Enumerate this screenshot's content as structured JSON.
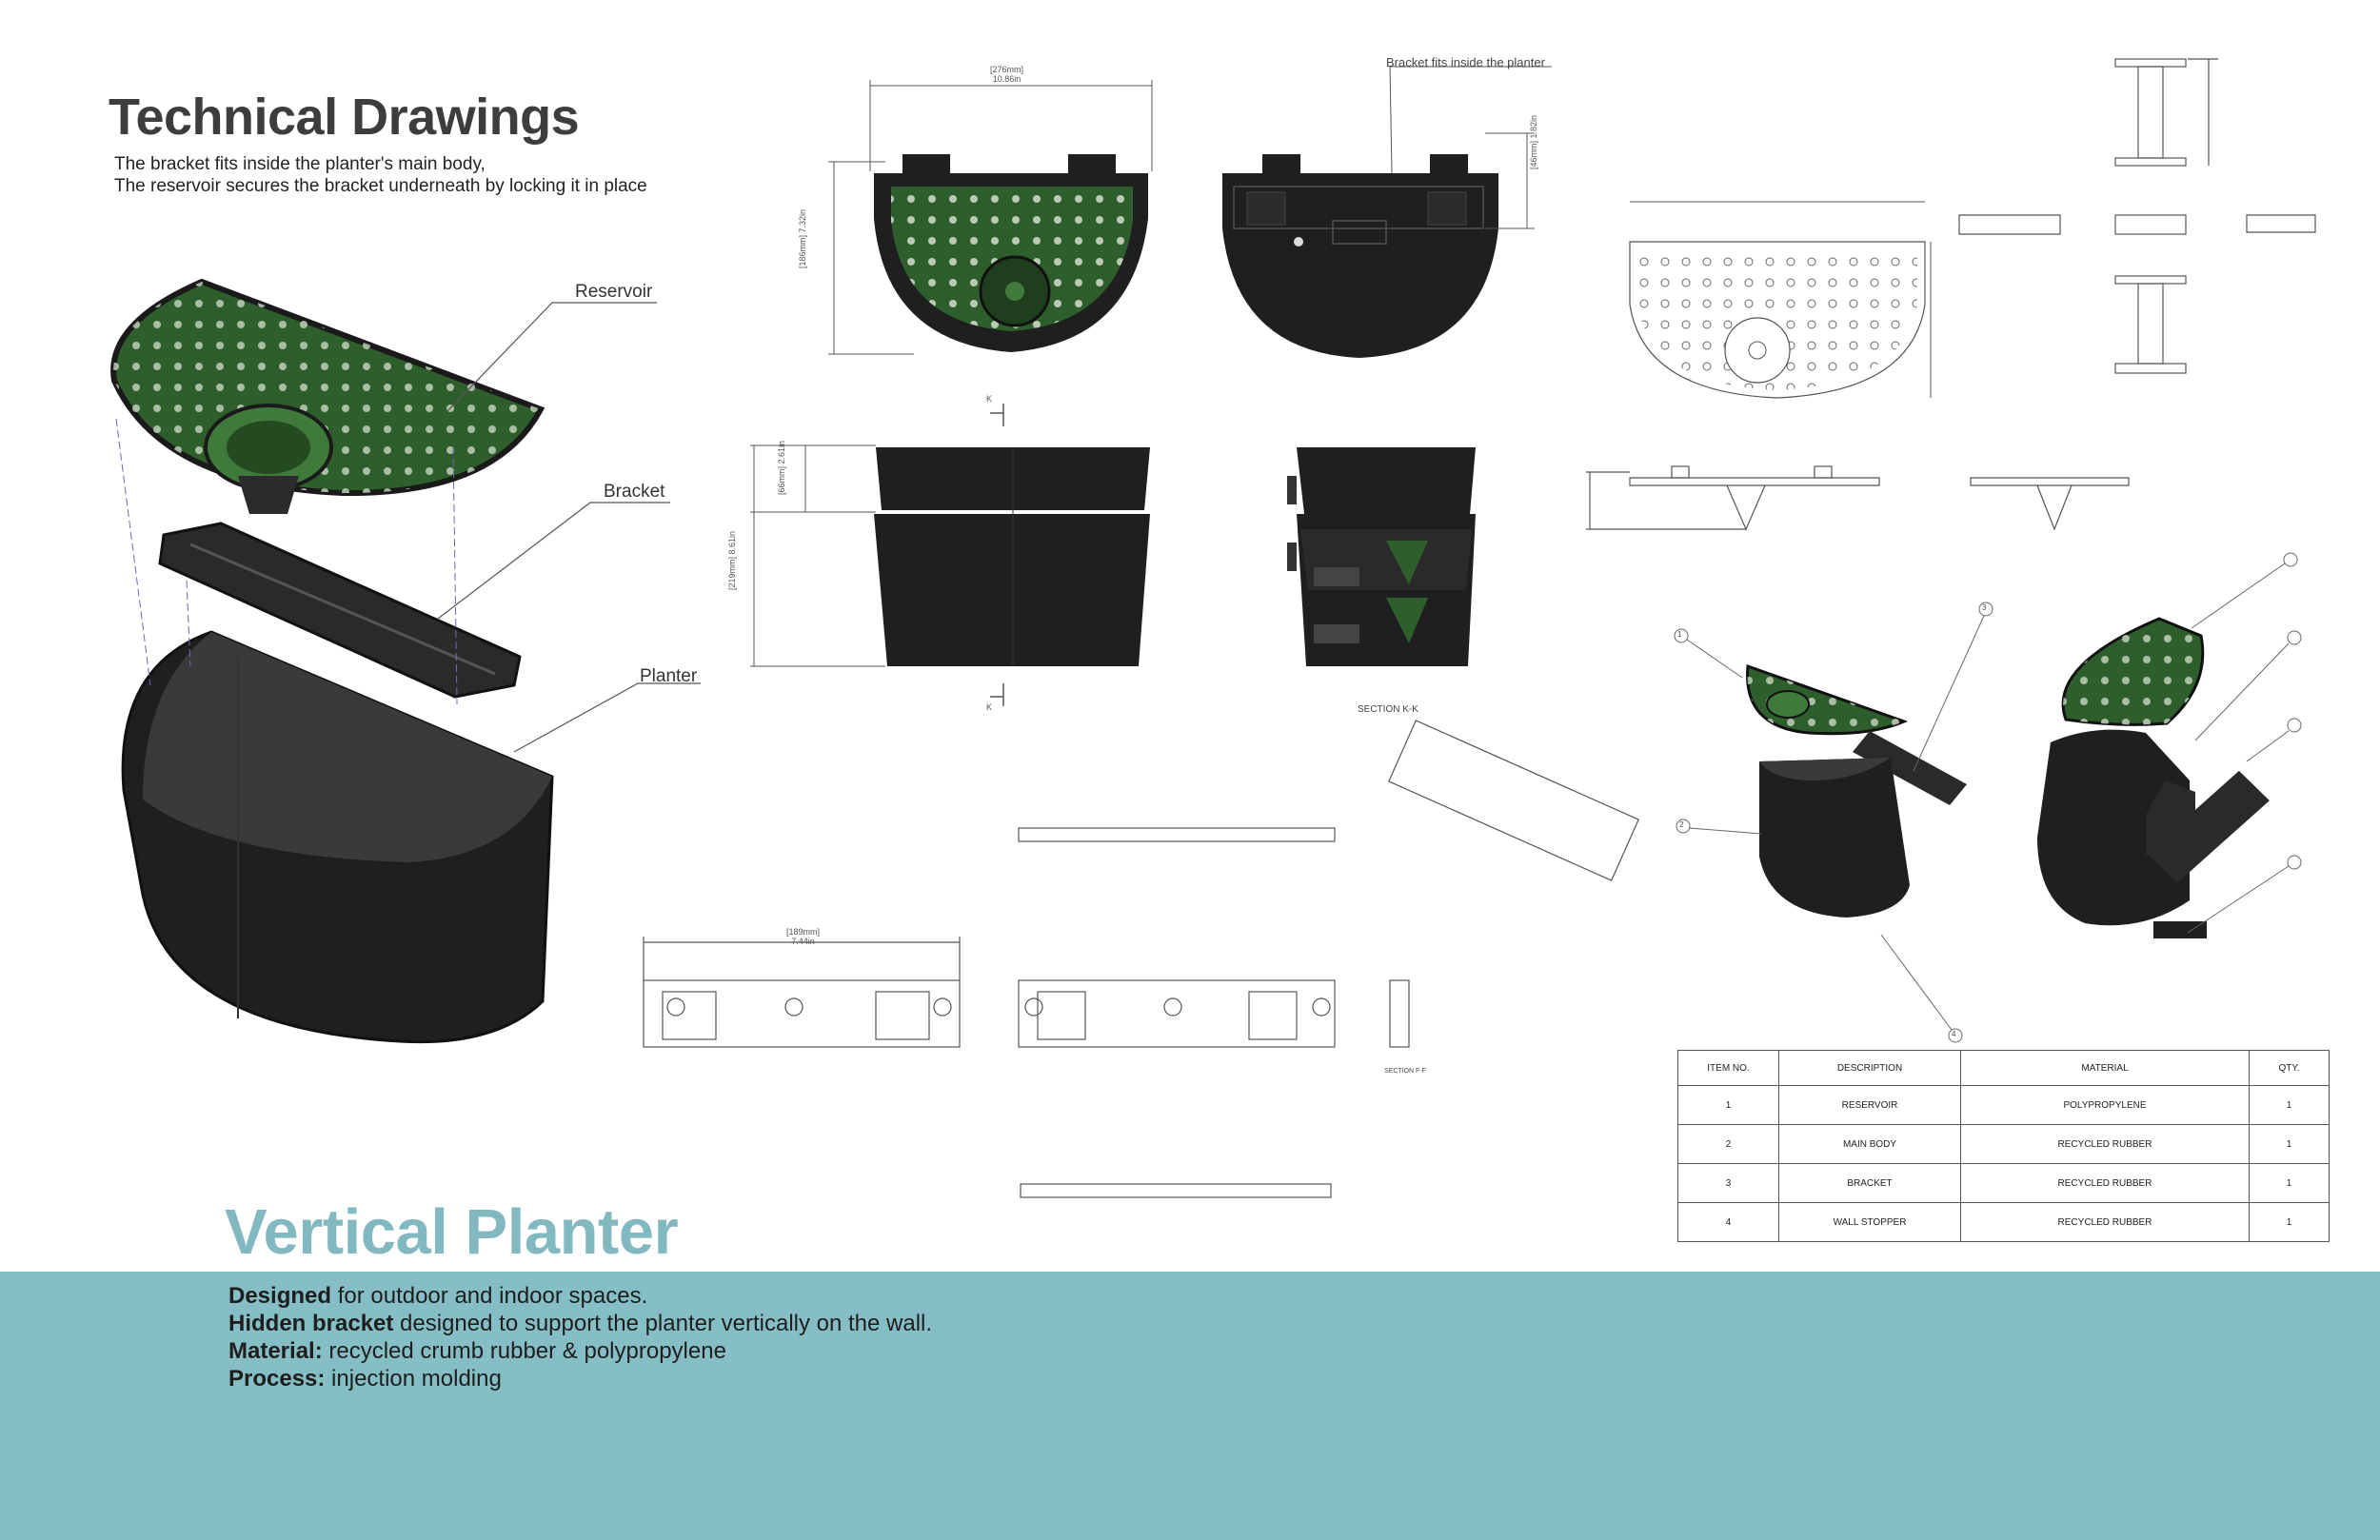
{
  "header": {
    "title": "Technical Drawings",
    "intro_line1": "The bracket fits inside the planter's main body,",
    "intro_line2": "The reservoir secures the bracket underneath by locking it in place"
  },
  "callouts": {
    "reservoir": "Reservoir",
    "bracket": "Bracket",
    "planter": "Planter",
    "bracket_note": "Bracket fits inside the planter"
  },
  "dimensions": {
    "width_mm": "[276mm]",
    "width_in": "10.86in",
    "depth_mm": "[186mm]",
    "depth_in": "7.32in",
    "tab_mm": "[46mm]",
    "tab_in": "1.82in",
    "upper_mm": "[66mm]",
    "upper_in": "2.61in",
    "height_mm": "[219mm]",
    "height_in": "8.61in",
    "bracket_mm": "[189mm]",
    "bracket_in": "7.44in",
    "section_mark": "K"
  },
  "sections": {
    "section_k": "SECTION K-K",
    "section_f": "SECTION F-F"
  },
  "product": {
    "name": "Vertical Planter",
    "line1_bold": "Designed",
    "line1_rest": " for outdoor and indoor spaces.",
    "line2_bold": "Hidden bracket",
    "line2_rest": " designed to support the planter vertically on the wall.",
    "line3_bold": "Material:",
    "line3_rest": " recycled crumb rubber & polypropylene",
    "line4_bold": "Process:",
    "line4_rest": " injection molding"
  },
  "bom": {
    "headers": [
      "ITEM NO.",
      "DESCRIPTION",
      "MATERIAL",
      "QTY."
    ],
    "rows": [
      [
        "1",
        "RESERVOIR",
        "POLYPROPYLENE",
        "1"
      ],
      [
        "2",
        "MAIN BODY",
        "RECYCLED RUBBER",
        "1"
      ],
      [
        "3",
        "BRACKET",
        "RECYCLED RUBBER",
        "1"
      ],
      [
        "4",
        "WALL STOPPER",
        "RECYCLED RUBBER",
        "1"
      ]
    ]
  },
  "balloons": [
    "1",
    "2",
    "3",
    "4"
  ],
  "colors": {
    "accent_teal": "#86bec5",
    "title_teal": "#82b8bf",
    "dark_green": "#2e5a2c",
    "mid_green": "#3f7a3b",
    "planter_black": "#1f1f1f",
    "line_gray": "#555555"
  }
}
